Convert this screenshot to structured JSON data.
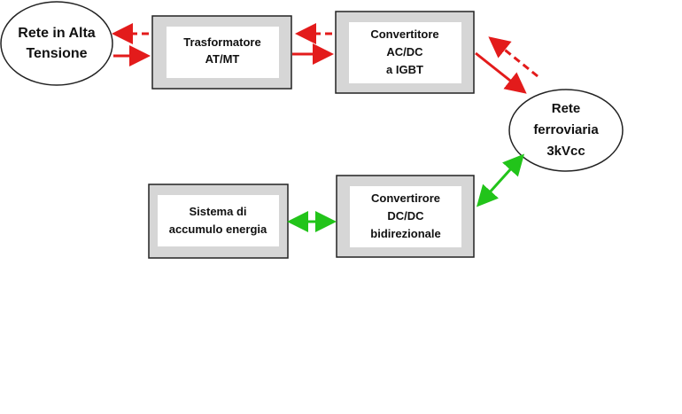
{
  "nodes": {
    "high_voltage_grid": {
      "lines": [
        "Rete in Alta",
        "Tensione"
      ]
    },
    "transformer": {
      "lines": [
        "Trasformatore",
        "AT/MT"
      ]
    },
    "acdc_converter": {
      "lines": [
        "Convertitore",
        "AC/DC",
        "a IGBT"
      ]
    },
    "railway_grid": {
      "lines": [
        "Rete",
        "ferroviaria",
        "3kVcc"
      ]
    },
    "dcdc_converter": {
      "lines": [
        "Convertirore",
        "DC/DC",
        "bidirezionale"
      ]
    },
    "storage_system": {
      "lines": [
        "Sistema di",
        "accumulo  energia"
      ]
    }
  },
  "colors": {
    "power_flow": "#e31b1b",
    "bidirectional_flow": "#22c41a",
    "box_outer": "#d6d6d6",
    "box_inner": "#ffffff",
    "border": "#222222"
  }
}
